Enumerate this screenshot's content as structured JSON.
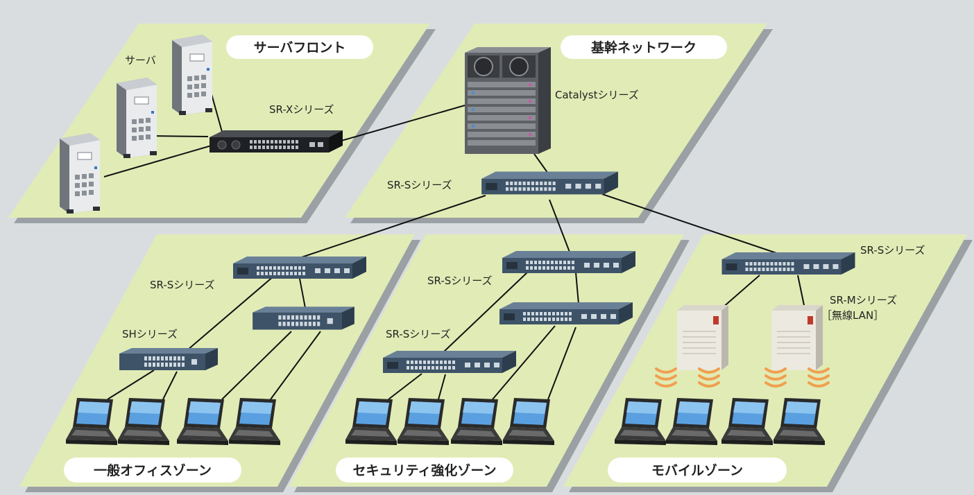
{
  "colors": {
    "background": "#d9dde0",
    "zone_fill": "#e1ebb6",
    "zone_shadow": "#9aa0a3",
    "pill_fill": "#ffffff",
    "link": "#111111",
    "switch_body": "#3e5368",
    "wifi_waves": "#f0a050"
  },
  "zones": {
    "server_front": "サーバフロント",
    "backbone": "基幹ネットワーク",
    "office": "一般オフィスゾーン",
    "security": "セキュリティ強化ゾーン",
    "mobile": "モバイルゾーン"
  },
  "labels": {
    "server": "サーバ",
    "sr_x": "SR-Xシリーズ",
    "catalyst": "Catalystシリーズ",
    "sr_s_core": "SR-Sシリーズ",
    "sr_s_office": "SR-Sシリーズ",
    "sh": "SHシリーズ",
    "sr_s_sec1": "SR-Sシリーズ",
    "sr_s_sec2": "SR-Sシリーズ",
    "sr_s_mobile": "SR-Sシリーズ",
    "sr_m": "SR-Mシリーズ",
    "sr_m_sub": "［無線LAN］"
  },
  "icons": {
    "server": "server-tower-icon",
    "switch": "network-switch-icon",
    "chassis": "chassis-switch-icon",
    "access_point": "wireless-access-point-icon",
    "laptop": "laptop-icon",
    "wifi": "wifi-waves-icon"
  }
}
